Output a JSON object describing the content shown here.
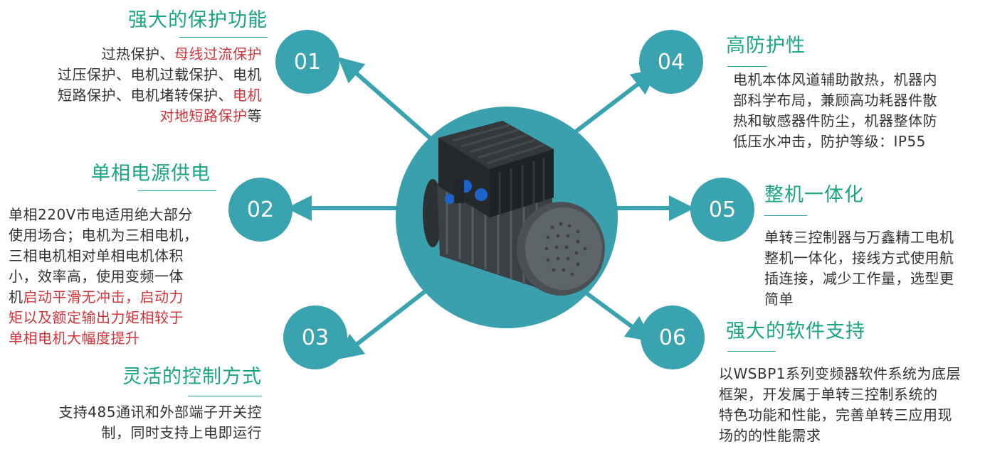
{
  "badges": [
    "01",
    "02",
    "03",
    "04",
    "05",
    "06"
  ],
  "features": {
    "f01": {
      "title": "强大的保护功能",
      "lines": [
        [
          {
            "t": "过热保护、"
          },
          {
            "t": "母线过流保护",
            "red": true
          }
        ],
        [
          {
            "t": "过压保护、电机过载保护、电机"
          }
        ],
        [
          {
            "t": "短路保护、电机堵转保护、"
          },
          {
            "t": "电机",
            "red": true
          }
        ],
        [
          {
            "t": "对地短路保护",
            "red": true
          },
          {
            "t": "等"
          }
        ]
      ]
    },
    "f02": {
      "title": "单相电源供电",
      "lines": [
        [
          {
            "t": "单相220V市电适用绝大部分"
          }
        ],
        [
          {
            "t": "使用场合；电机为三相电机，"
          }
        ],
        [
          {
            "t": "三相电机相对单相电机体积"
          }
        ],
        [
          {
            "t": "小，效率高，使用变频一体"
          }
        ],
        [
          {
            "t": "机"
          },
          {
            "t": "启动平滑无冲击，启动力",
            "red": true
          }
        ],
        [
          {
            "t": "矩以及额定输出力矩相较于",
            "red": true
          }
        ],
        [
          {
            "t": "单相电机大幅度提升",
            "red": true
          }
        ]
      ]
    },
    "f03": {
      "title": "灵活的控制方式",
      "lines": [
        [
          {
            "t": "支持485通讯和外部端子开关控"
          }
        ],
        [
          {
            "t": "制，同时支持上电即运行"
          }
        ]
      ]
    },
    "f04": {
      "title": "高防护性",
      "lines": [
        [
          {
            "t": "电机本体风道辅助散热，机器内"
          }
        ],
        [
          {
            "t": "部科学布局，兼顾高功耗器件散"
          }
        ],
        [
          {
            "t": "热和敏感器件防尘，机器整体防"
          }
        ],
        [
          {
            "t": "低压水冲击，防护等级：IP55"
          }
        ]
      ]
    },
    "f05": {
      "title": "整机一体化",
      "lines": [
        [
          {
            "t": "单转三控制器与万鑫精工电机"
          }
        ],
        [
          {
            "t": "整机一体化，接线方式使用航"
          }
        ],
        [
          {
            "t": "插连接，减少工作量，选型更"
          }
        ],
        [
          {
            "t": "简单"
          }
        ]
      ]
    },
    "f06": {
      "title": "强大的软件支持",
      "lines": [
        [
          {
            "t": "以WSBP1系列变频器软件系统为底层"
          }
        ],
        [
          {
            "t": "框架，开发属于单转三控制系统的"
          }
        ],
        [
          {
            "t": "特色功能和性能，完善单转三应用现"
          }
        ],
        [
          {
            "t": "场的的性能需求"
          }
        ]
      ]
    }
  },
  "colors": {
    "accent_teal": "#3aa3b0",
    "title_green": "#1aa584",
    "highlight_red": "#d0343b",
    "body_text": "#333333"
  },
  "icons": {
    "center": "motor-with-inverter-illustration",
    "arrows": "arrow-icon"
  }
}
